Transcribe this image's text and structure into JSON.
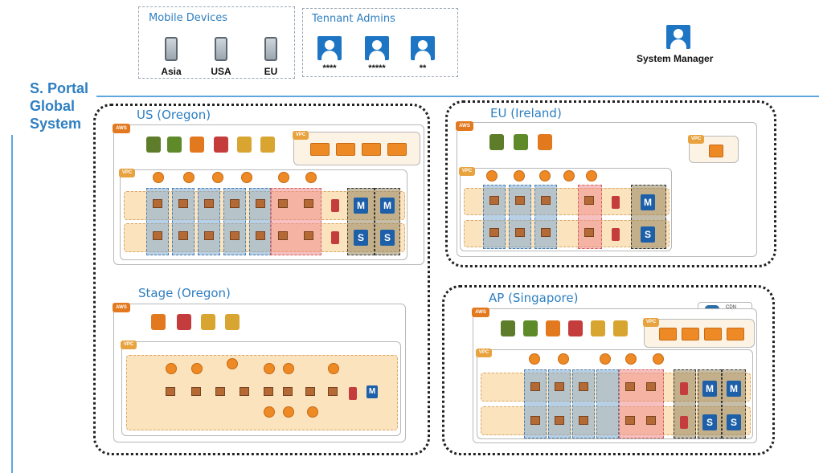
{
  "mobile_devices": {
    "title": "Mobile Devices",
    "devices": [
      "Asia",
      "USA",
      "EU"
    ]
  },
  "tenant_admins": {
    "title": "Tennant Admins",
    "admins": [
      "****",
      "*****",
      "**"
    ]
  },
  "system_manager": {
    "label": "System Manager"
  },
  "portal": {
    "title_lines": [
      "S. Portal",
      "Global",
      "System"
    ]
  },
  "regions": {
    "us": {
      "title": "US (Oregon)"
    },
    "eu": {
      "title": "EU (Ireland)"
    },
    "stage": {
      "title": "Stage (Oregon)"
    },
    "ap": {
      "title": "AP (Singapore)"
    }
  },
  "aws_tag": "AWS",
  "vpc_tag": "VPC",
  "cdn_label": "CDN",
  "colors": {
    "accent_blue": "#2f7fc1",
    "aws_orange": "#e2791f",
    "zone_band": "#fbe3be",
    "db_blue": "#1d5fa8"
  }
}
